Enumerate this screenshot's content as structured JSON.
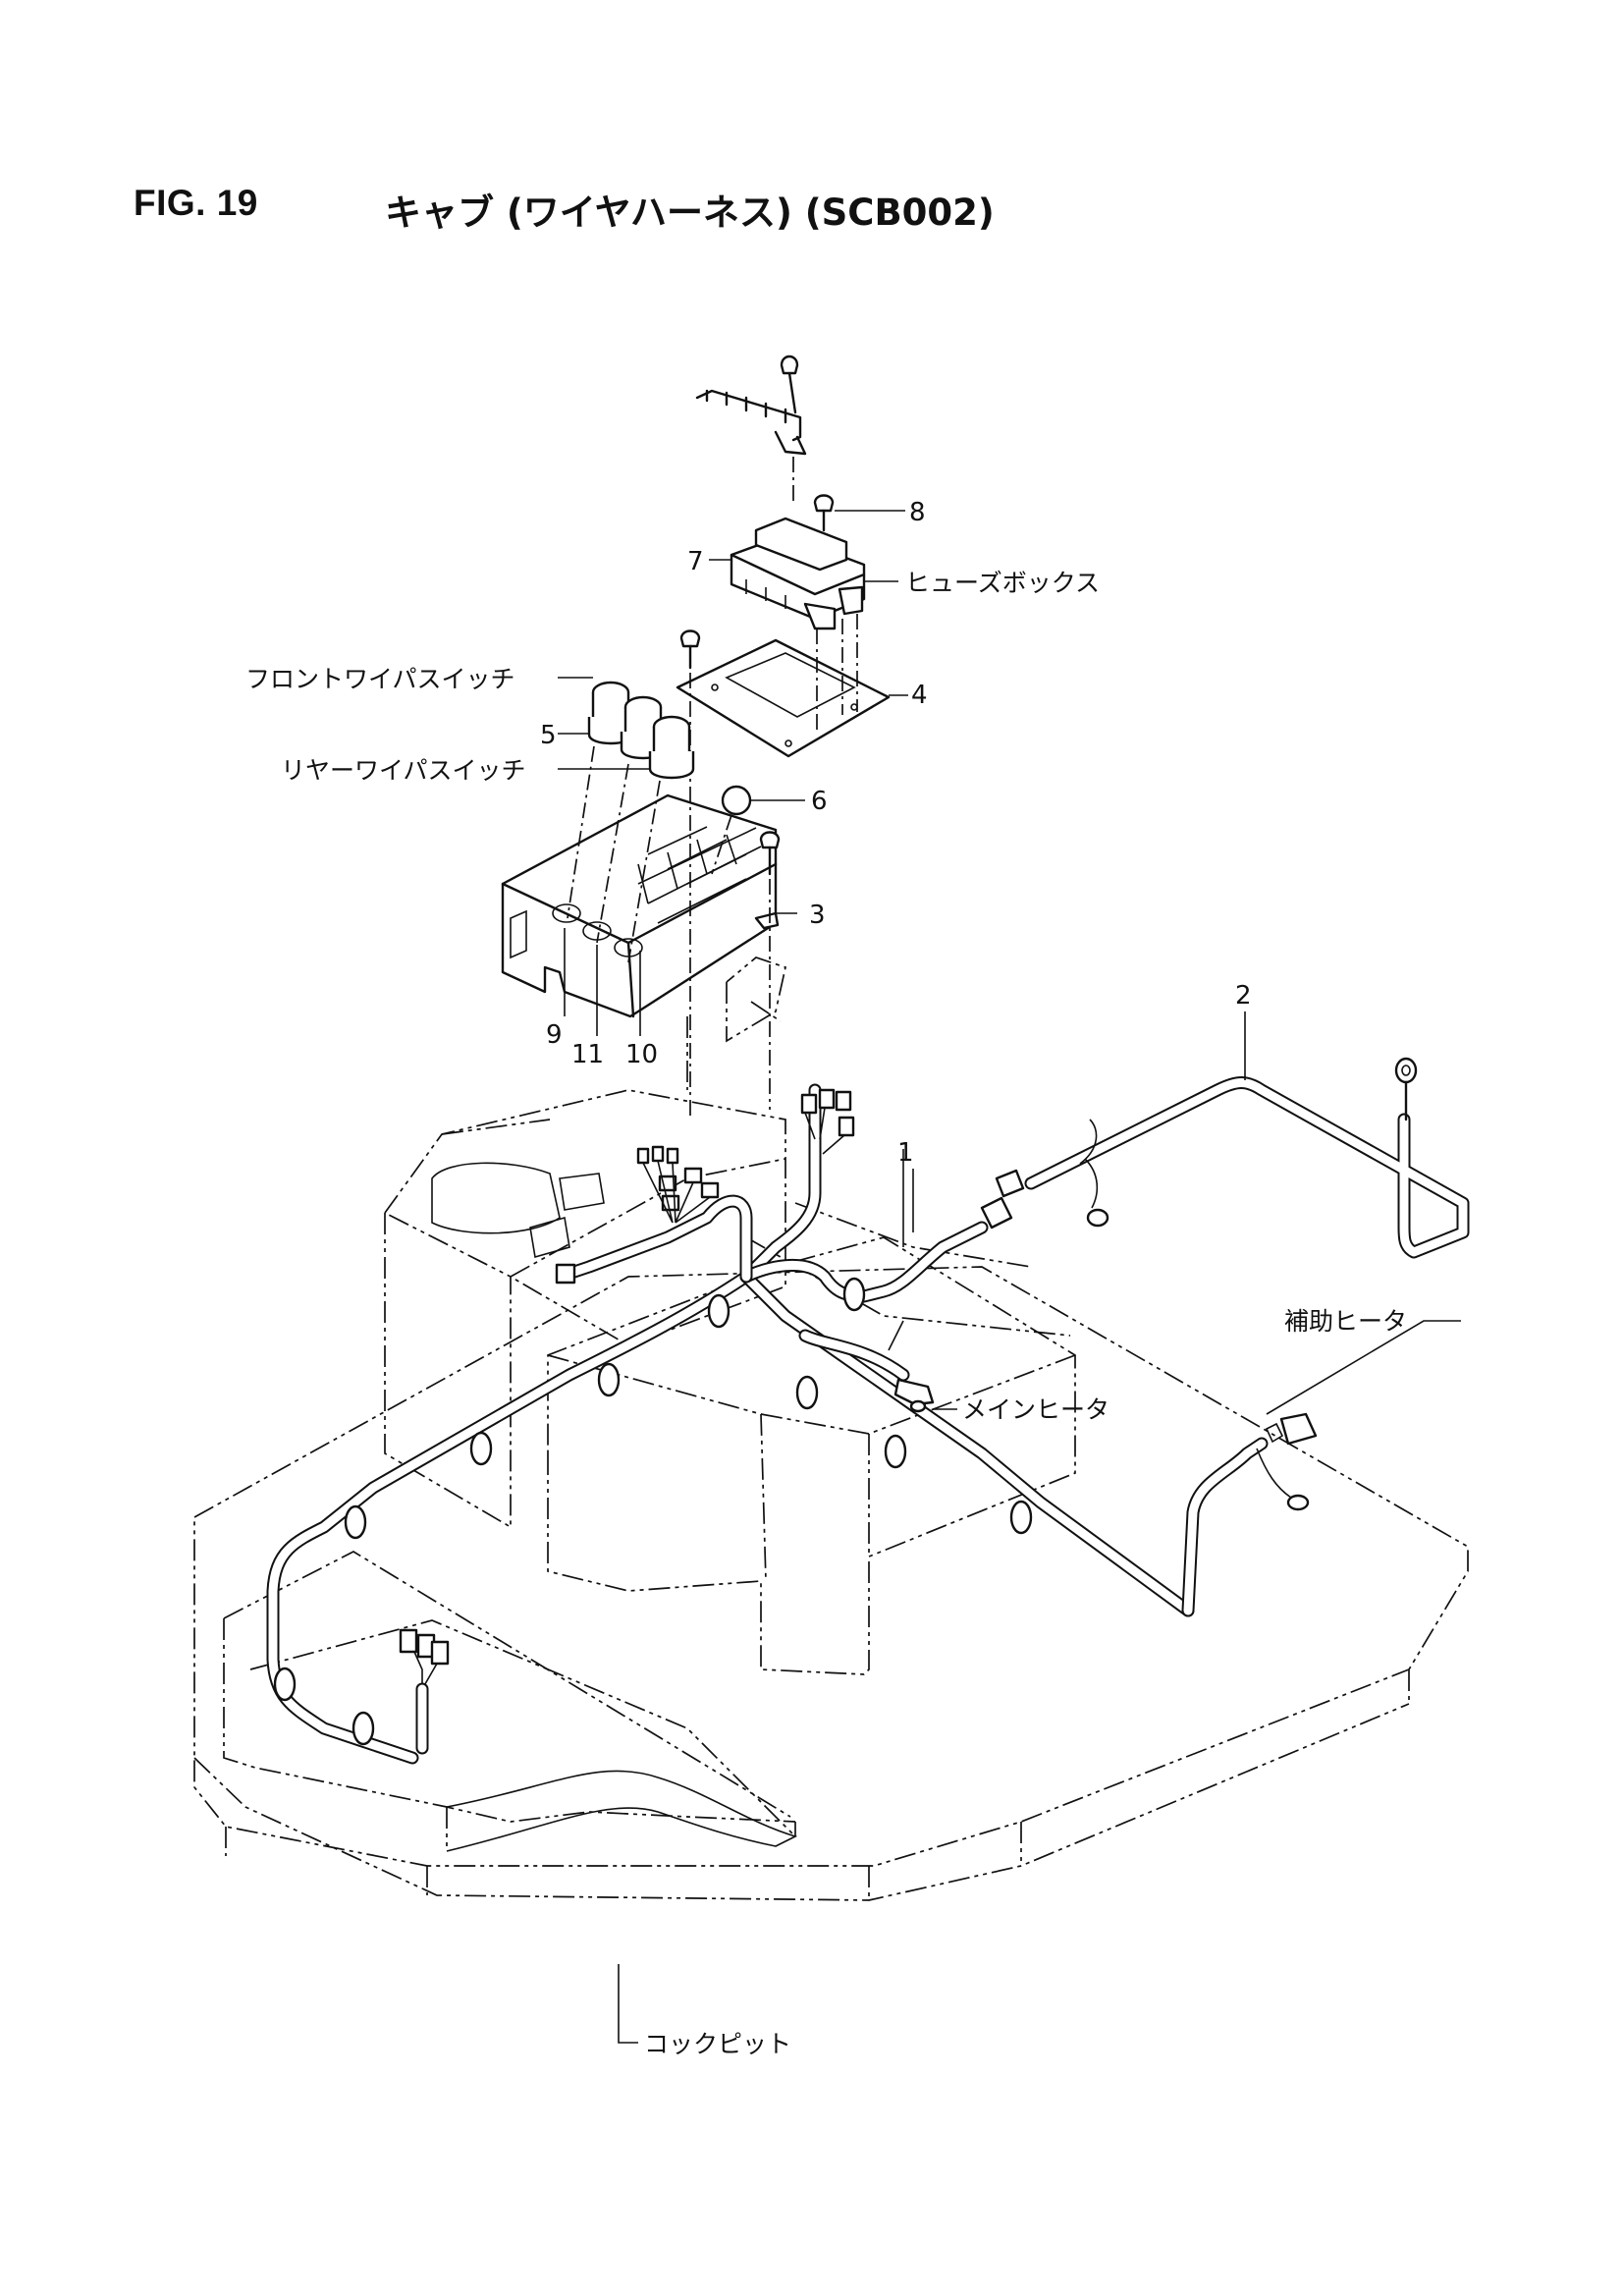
{
  "header": {
    "fig_number": "FIG. 19",
    "title": "キャブ (ワイヤハーネス) (SCB002)"
  },
  "callouts": {
    "n1": "1",
    "n2": "2",
    "n3": "3",
    "n4": "4",
    "n5": "5",
    "n6": "6",
    "n7": "7",
    "n8": "8",
    "n9": "9",
    "n10": "10",
    "n11": "11"
  },
  "labels": {
    "fuse_box": "ヒューズボックス",
    "front_wiper_switch": "フロントワイパスイッチ",
    "rear_wiper_switch": "リヤーワイパスイッチ",
    "aux_heater": "補助ヒータ",
    "main_heater": "メインヒータ",
    "cockpit": "コックピット"
  }
}
